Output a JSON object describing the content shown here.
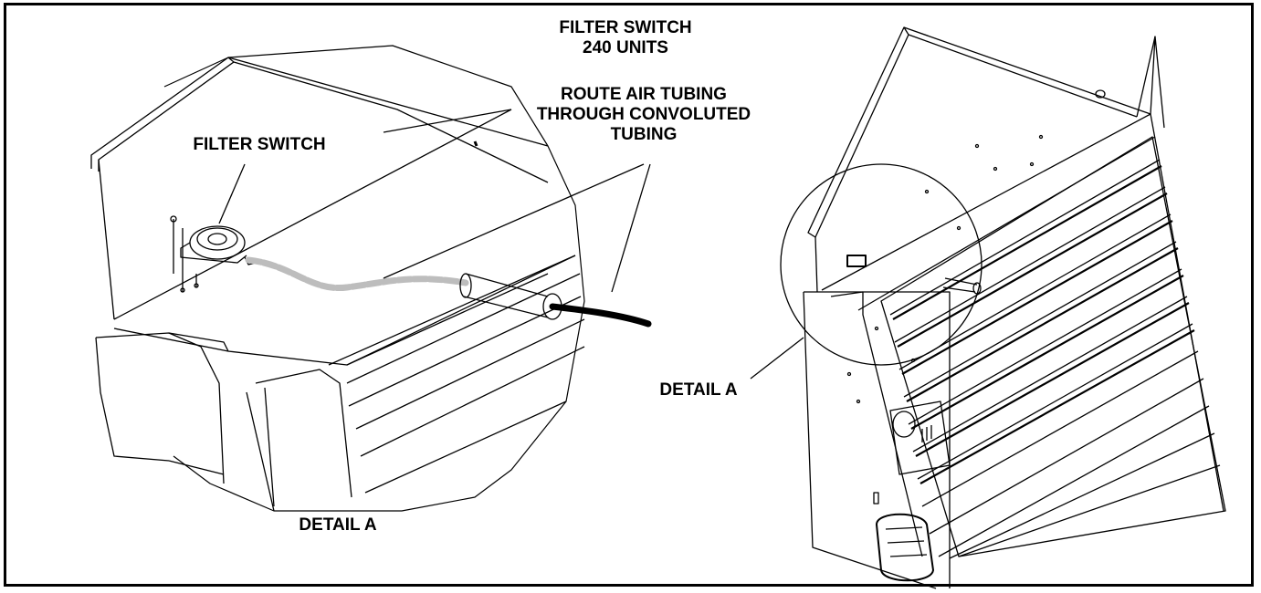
{
  "title": {
    "line1": "FILTER SWITCH",
    "line2": "240 UNITS"
  },
  "labels": {
    "filter_switch": "FILTER SWITCH",
    "route_line1": "ROUTE AIR TUBING",
    "route_line2": "THROUGH CONVOLUTED",
    "route_line3": "TUBING",
    "detail_a_left": "DETAIL A",
    "detail_a_right": "DETAIL A"
  },
  "colors": {
    "ink": "#000000",
    "paper": "#ffffff",
    "tubing": "#bdbdbd"
  }
}
